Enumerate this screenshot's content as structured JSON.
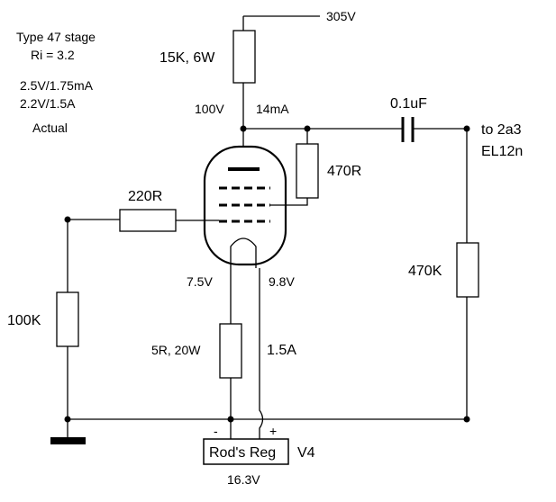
{
  "notes": {
    "line1": "Type 47 stage",
    "line2": "Ri = 3.2",
    "line3": "2.5V/1.75mA",
    "line4": "2.2V/1.5A",
    "line5": "Actual"
  },
  "components": {
    "plate_resistor": "15K, 6W",
    "supply_voltage": "305V",
    "plate_voltage": "100V",
    "plate_current": "14mA",
    "coupling_cap": "0.1uF",
    "output_dest_1": "to 2a3",
    "output_dest_2": "EL12n",
    "screen_resistor": "470R",
    "grid_resistor": "220R",
    "grid_leak": "100K",
    "output_load": "470K",
    "cathode_voltage_left": "7.5V",
    "cathode_voltage_right": "9.8V",
    "cathode_resistor": "5R, 20W",
    "filament_current": "1.5A",
    "regulator_label": "Rod's Reg",
    "regulator_name": "V4",
    "regulator_voltage": "16.3V",
    "minus_sign": "-",
    "plus_sign": "+"
  }
}
